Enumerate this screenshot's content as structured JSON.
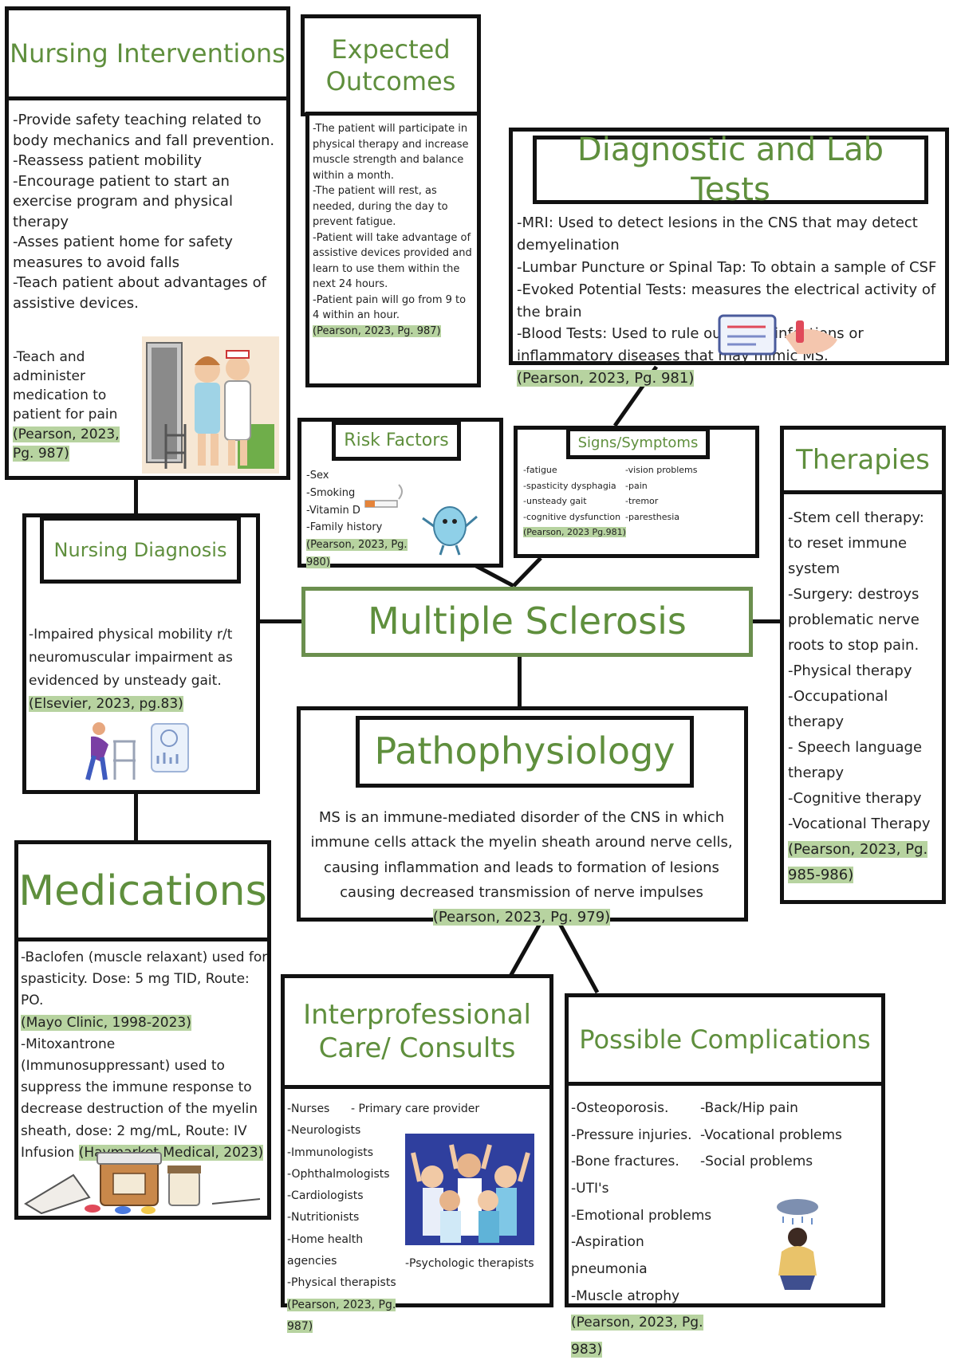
{
  "central": {
    "title": "Multiple Sclerosis"
  },
  "nursing_interventions": {
    "title": "Nursing Interventions",
    "items": [
      "-Provide safety teaching related to body mechanics and fall prevention.",
      "-Reassess patient mobility",
      "-Encourage patient to start an exercise program and physical therapy",
      "-Asses patient home for safety measures to avoid falls",
      "-Teach patient about advantages of assistive devices.",
      "-Teach and administer medication to patient for pain"
    ],
    "citation": "(Pearson, 2023, Pg. 987)"
  },
  "expected_outcomes": {
    "title": "Expected Outcomes",
    "items": [
      "-The patient will participate in physical therapy and increase muscle strength and balance within a month.",
      "-The patient will rest, as needed, during the day to prevent fatigue.",
      "-Patient will take advantage of assistive devices provided and learn to use them within the next 24 hours.",
      "-Patient pain will go from 9 to 4 within an hour."
    ],
    "citation": "(Pearson, 2023, Pg. 987)"
  },
  "diagnostic_tests": {
    "title": "Diagnostic and Lab Tests",
    "items": [
      "-MRI: Used to detect lesions in the CNS that may detect demyelination",
      "-Lumbar Puncture or Spinal Tap: To obtain a sample of CSF",
      "-Evoked Potential Tests: measures the electrical activity of the brain",
      "-Blood Tests: Used to rule out other infections or inflammatory diseases that may mimic MS."
    ],
    "citation": "(Pearson, 2023, Pg. 981)"
  },
  "risk_factors": {
    "title": "Risk Factors",
    "items": [
      "-Sex",
      "-Smoking",
      "-Vitamin D",
      "-Family history"
    ],
    "citation": "(Pearson, 2023, Pg. 980)"
  },
  "signs_symptoms": {
    "title": "Signs/Symptoms",
    "col1": [
      "-fatigue",
      "-spasticity dysphagia",
      "-unsteady gait",
      "-cognitive dysfunction"
    ],
    "col2": [
      "-vision problems",
      "-pain",
      "-tremor",
      "-paresthesia"
    ],
    "citation": "(Pearson, 2023 Pg.981)"
  },
  "therapies": {
    "title": "Therapies",
    "items": [
      "-Stem cell therapy: to reset immune system",
      "-Surgery: destroys problematic nerve roots to stop pain.",
      "-Physical therapy",
      "-Occupational therapy",
      "- Speech language therapy",
      "-Cognitive therapy",
      "-Vocational Therapy"
    ],
    "citation": "(Pearson, 2023, Pg. 985-986)"
  },
  "nursing_diagnosis": {
    "title": "Nursing Diagnosis",
    "text": "-Impaired physical mobility r/t neuromuscular impairment as evidenced by unsteady gait.",
    "citation": "(Elsevier, 2023, pg.83)"
  },
  "pathophysiology": {
    "title": "Pathophysiology",
    "text": "MS is an immune-mediated disorder of the CNS in which immune cells attack the myelin sheath around nerve cells, causing inflammation and leads to formation of lesions causing decreased transmission of nerve impulses",
    "citation": "(Pearson, 2023, Pg. 979)"
  },
  "medications": {
    "title": "Medications",
    "item1": "-Baclofen (muscle relaxant) used for spasticity. Dose: 5 mg TID, Route: PO.",
    "citation1": "(Mayo Clinic, 1998-2023)",
    "item2": "-Mitoxantrone (Immunosuppressant) used to suppress the immune response to decrease destruction of the myelin sheath, dose: 2 mg/mL, Route: IV Infusion",
    "citation2": "(Haymarket Medical, 2023)"
  },
  "interprofessional": {
    "title_line1": "Interprofessional",
    "title_line2": "Care/ Consults",
    "items": [
      "-Nurses",
      "-Neurologists",
      "-Immunologists",
      "-Ophthalmologists",
      "-Cardiologists",
      "-Nutritionists",
      "-Home health agencies",
      "-Physical therapists"
    ],
    "item_primary": "- Primary care provider",
    "item_psych": "-Psychologic therapists",
    "citation": "(Pearson, 2023, Pg. 987)"
  },
  "complications": {
    "title": "Possible Complications",
    "col1": [
      "-Osteoporosis.",
      "-Pressure injuries.",
      "-Bone fractures.",
      "-UTI's",
      "-Emotional problems",
      "-Aspiration pneumonia",
      "-Muscle atrophy"
    ],
    "col2": [
      "-Back/Hip pain",
      "-Vocational problems",
      "-Social problems"
    ],
    "citation": "(Pearson, 2023, Pg. 983)"
  },
  "colors": {
    "title_green": "#5f8f3d",
    "citation_bg": "#b7d3a0",
    "border": "#111111"
  }
}
